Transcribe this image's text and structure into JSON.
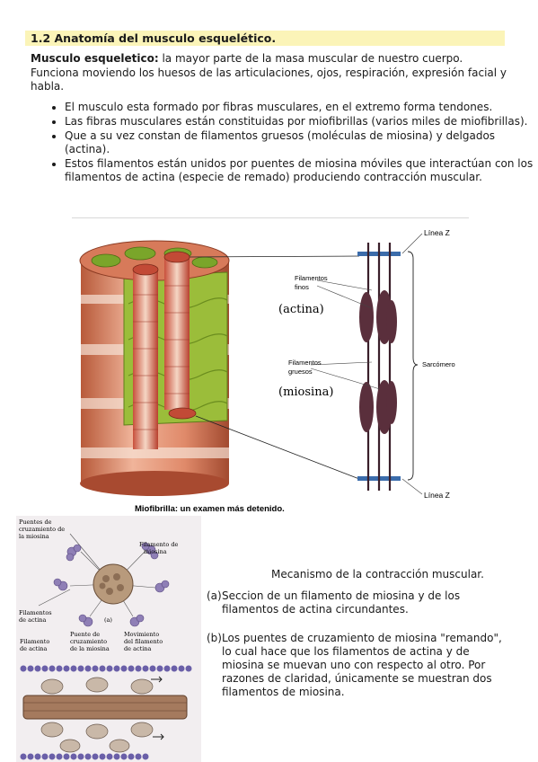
{
  "heading": "1.2 Anatomía del musculo esquelético.",
  "intro": {
    "term": "Musculo esqueletico:",
    "text": " la mayor parte de la masa muscular de nuestro cuerpo. Funciona moviendo los huesos de las articulaciones, ojos, respiración, expresión facial y habla."
  },
  "bullets": [
    "El musculo esta formado por fibras musculares, en el extremo forma tendones.",
    "Las fibras musculares están constituidas por miofibrillas (varios miles de miofibrillas).",
    "Que a su vez constan de filamentos gruesos (moléculas de miosina) y delgados (actina).",
    "Estos filamentos están unidos por puentes de miosina móviles que interactúan con los filamentos de actina (especie de remado) produciendo contracción muscular."
  ],
  "figure1": {
    "linea_z_top": "Línea Z",
    "filamentos_finos_1": "Filamentos",
    "filamentos_finos_2": "finos",
    "actina": "(actina)",
    "filamentos_gruesos_1": "Filamentos",
    "filamentos_gruesos_2": "gruesos",
    "miosina": "(miosina)",
    "sarcomero": "Sarcómero",
    "linea_z_bottom": "Línea Z",
    "caption": "Miofibrilla: un examen más detenido."
  },
  "figure2": {
    "puentes_1": "Puentes de",
    "puentes_2": "cruzamiento de",
    "puentes_3": "la miosina",
    "filamento_miosina_1": "Filamento de",
    "filamento_miosina_2": "miosina",
    "filamentos_actina_1": "Filamentos",
    "filamentos_actina_2": "de actina",
    "label_a": "(a)",
    "filamento_actina_b_1": "Filamento",
    "filamento_actina_b_2": "de actina",
    "puente_b_1": "Puente de",
    "puente_b_2": "cruzamiento",
    "puente_b_3": "de la miosina",
    "movimiento_1": "Movimiento",
    "movimiento_2": "del filamento",
    "movimiento_3": "de actina"
  },
  "mechanism": {
    "title": "Mecanismo de la contracción muscular.",
    "items": [
      {
        "label": "(a)",
        "text": "Seccion de un filamento de miosina y de los filamentos de actina circundantes."
      },
      {
        "label": "(b)",
        "text": "Los puentes de cruzamiento de miosina \"remando\", lo cual hace que los filamentos de actina y de miosina se muevan uno con respecto al otro. Por razones de claridad, únicamente se muestran dos filamentos de miosina."
      }
    ]
  }
}
